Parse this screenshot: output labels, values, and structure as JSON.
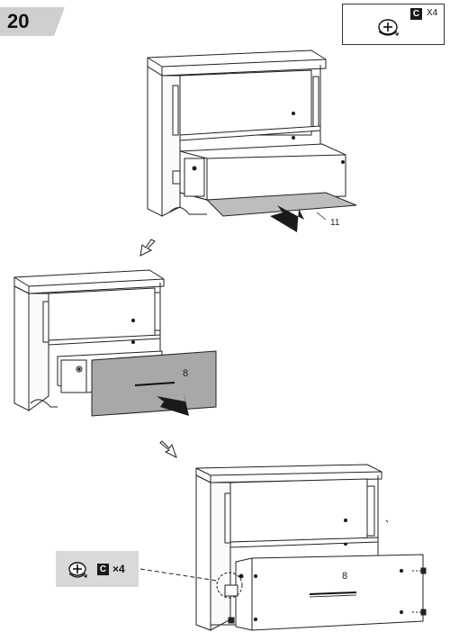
{
  "step": {
    "number": "20"
  },
  "parts": {
    "letter": "C",
    "qty": "X4",
    "icon": "cam-lock-icon"
  },
  "callout": {
    "letter": "C",
    "qty": "×4",
    "icon": "cam-lock-icon"
  },
  "labels": {
    "shelf_part": "11",
    "drawer_front_1": "8",
    "drawer_front_2": "8"
  }
}
